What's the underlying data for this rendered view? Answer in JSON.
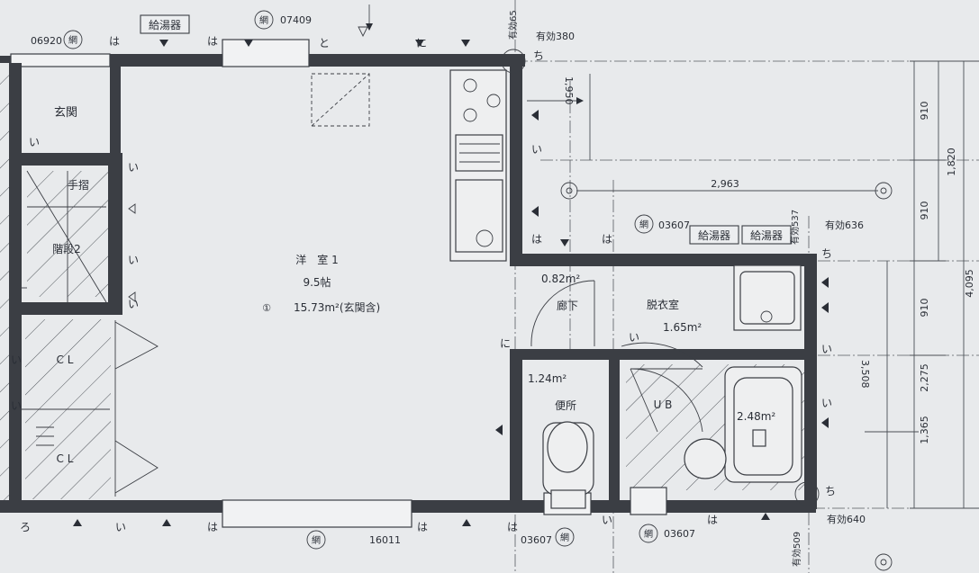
{
  "labels": {
    "genkan": "玄関",
    "tesuri": "手摺",
    "kaidan": "階段2",
    "cl_upper": "C L",
    "cl_lower": "C L",
    "yoshitsu_name": "洋　室 1",
    "yoshitsu_size": "9.5帖",
    "yoshitsu_area_mark": "①",
    "yoshitsu_area": "15.73m²(玄関含)",
    "rouka": "廊下",
    "rouka_area": "0.82m²",
    "benjo": "便所",
    "benjo_area": "1.24m²",
    "datsui": "脱衣室",
    "datsui_area": "1.65m²",
    "ub": "U B",
    "ub_area": "2.48m²"
  },
  "equipment": {
    "water_heater": "給湯器",
    "net_mark": "網"
  },
  "codes": {
    "top_left": "06920",
    "top_center": "07409",
    "mid_right": "03607",
    "bottom_center": "16011",
    "bottom_left": "03607",
    "bottom_right": "03607"
  },
  "effective": {
    "top_vertical": "有効65",
    "top": "有効380",
    "mid_vertical": "有効537",
    "mid": "有効636",
    "bottom_vertical": "有効509",
    "bottom": "有効640"
  },
  "dimensions": {
    "d1950": "1,950",
    "d2963": "2,963",
    "d3508": "3,508",
    "right_910a": "910",
    "right_1820": "1,820",
    "right_910b": "910",
    "right_910c": "910",
    "right_2275": "2,275",
    "right_1365": "1,365",
    "right_4095": "4,095"
  },
  "kana": {
    "i": "い",
    "ha": "は",
    "to": "と",
    "ni": "に",
    "chi": "ち",
    "ro": "ろ"
  }
}
